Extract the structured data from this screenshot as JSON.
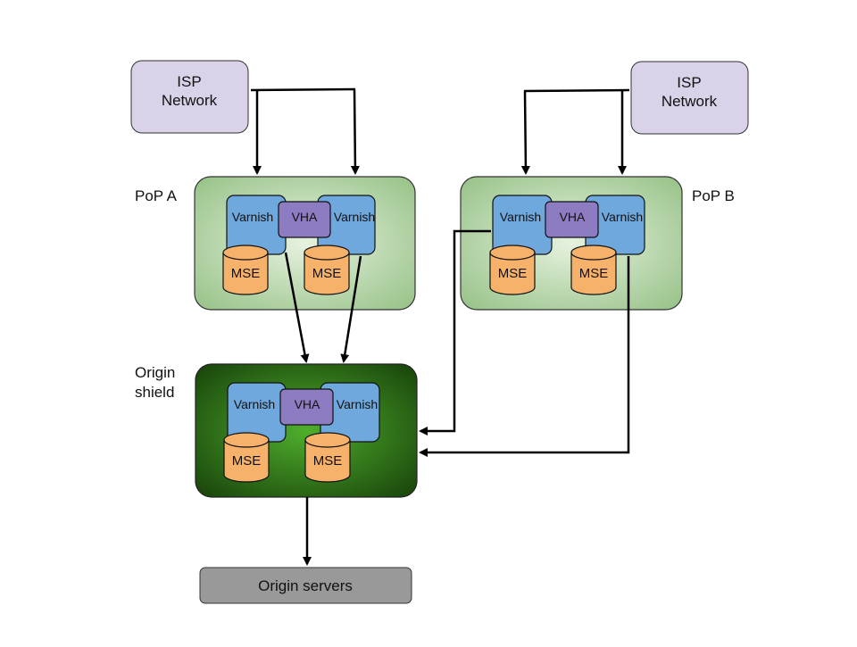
{
  "isp_left": {
    "line1": "ISP",
    "line2": "Network"
  },
  "isp_right": {
    "line1": "ISP",
    "line2": "Network"
  },
  "pop_a": {
    "label": "PoP A",
    "varnish_left": "Varnish",
    "vha": "VHA",
    "varnish_right": "Varnish",
    "mse_left": "MSE",
    "mse_right": "MSE"
  },
  "pop_b": {
    "label": "PoP B",
    "varnish_left": "Varnish",
    "vha": "VHA",
    "varnish_right": "Varnish",
    "mse_left": "MSE",
    "mse_right": "MSE"
  },
  "shield": {
    "label_line1": "Origin",
    "label_line2": "shield",
    "varnish_left": "Varnish",
    "vha": "VHA",
    "varnish_right": "Varnish",
    "mse_left": "MSE",
    "mse_right": "MSE"
  },
  "origin_servers": {
    "label": "Origin servers"
  },
  "colors": {
    "isp_fill": "#d9d2e9",
    "pop_fill_center": "#e6f2df",
    "pop_fill_edge": "#9cc58d",
    "shield_fill_center": "#4a9e2a",
    "shield_fill_edge": "#1f4f0f",
    "varnish_fill": "#6fa8dc",
    "vha_fill": "#8e7cc3",
    "mse_fill": "#f6b26b",
    "origin_fill": "#999999"
  }
}
